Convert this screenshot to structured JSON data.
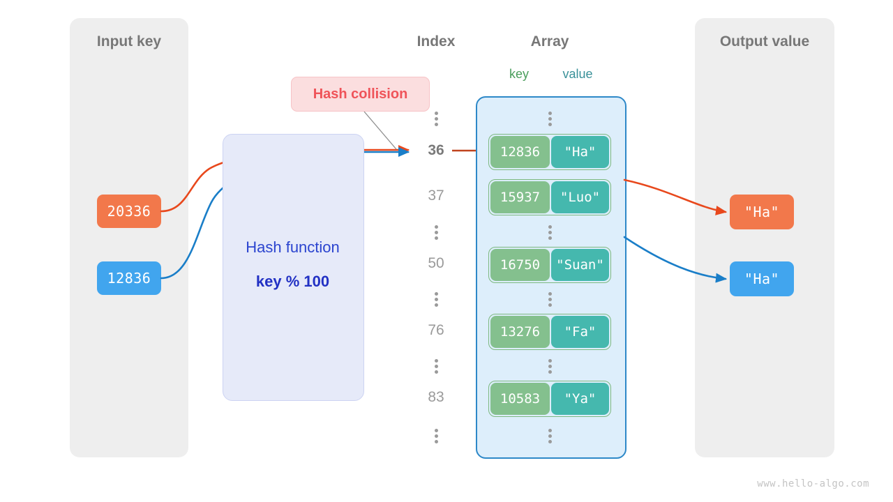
{
  "panels": {
    "input": {
      "title": "Input key"
    },
    "output": {
      "title": "Output value"
    }
  },
  "columns": {
    "index_title": "Index",
    "array_title": "Array",
    "key_title": "key",
    "value_title": "value"
  },
  "hash_function": {
    "label": "Hash function",
    "formula": "key % 100"
  },
  "collision": {
    "label": "Hash collision"
  },
  "input_keys": [
    {
      "value": "20336",
      "color": "#f2784b"
    },
    {
      "value": "12836",
      "color": "#41a5ee"
    }
  ],
  "output_values": [
    {
      "value": "\"Ha\"",
      "color": "#f2784b"
    },
    {
      "value": "\"Ha\"",
      "color": "#41a5ee"
    }
  ],
  "index_rows": [
    {
      "kind": "dots"
    },
    {
      "kind": "index",
      "label": "36",
      "highlight": true
    },
    {
      "kind": "index",
      "label": "37",
      "highlight": false
    },
    {
      "kind": "dots"
    },
    {
      "kind": "index",
      "label": "50",
      "highlight": false
    },
    {
      "kind": "dots"
    },
    {
      "kind": "index",
      "label": "76",
      "highlight": false
    },
    {
      "kind": "dots"
    },
    {
      "kind": "index",
      "label": "83",
      "highlight": false
    },
    {
      "kind": "dots"
    }
  ],
  "array_rows": [
    {
      "kind": "dots"
    },
    {
      "kind": "pair",
      "key": "12836",
      "value": "\"Ha\""
    },
    {
      "kind": "pair",
      "key": "15937",
      "value": "\"Luo\""
    },
    {
      "kind": "dots"
    },
    {
      "kind": "pair",
      "key": "16750",
      "value": "\"Suan\""
    },
    {
      "kind": "dots"
    },
    {
      "kind": "pair",
      "key": "13276",
      "value": "\"Fa\""
    },
    {
      "kind": "dots"
    },
    {
      "kind": "pair",
      "key": "10583",
      "value": "\"Ya\""
    },
    {
      "kind": "dots"
    }
  ],
  "colors": {
    "orange": "#f2784b",
    "blue": "#41a5ee",
    "arrow_orange": "#e8481c",
    "arrow_blue": "#1a7ec8",
    "green_key": "#84c08e",
    "teal_value": "#45b8ae",
    "array_fill": "#ddeefb",
    "array_border": "#2d88c8",
    "panel_gray": "#eeeeee",
    "hash_fill": "#e6eaf9",
    "hash_text": "#2b44cf",
    "collision_fill": "#fbdedf",
    "collision_text": "#ef5359"
  },
  "watermark": "www.hello-algo.com"
}
